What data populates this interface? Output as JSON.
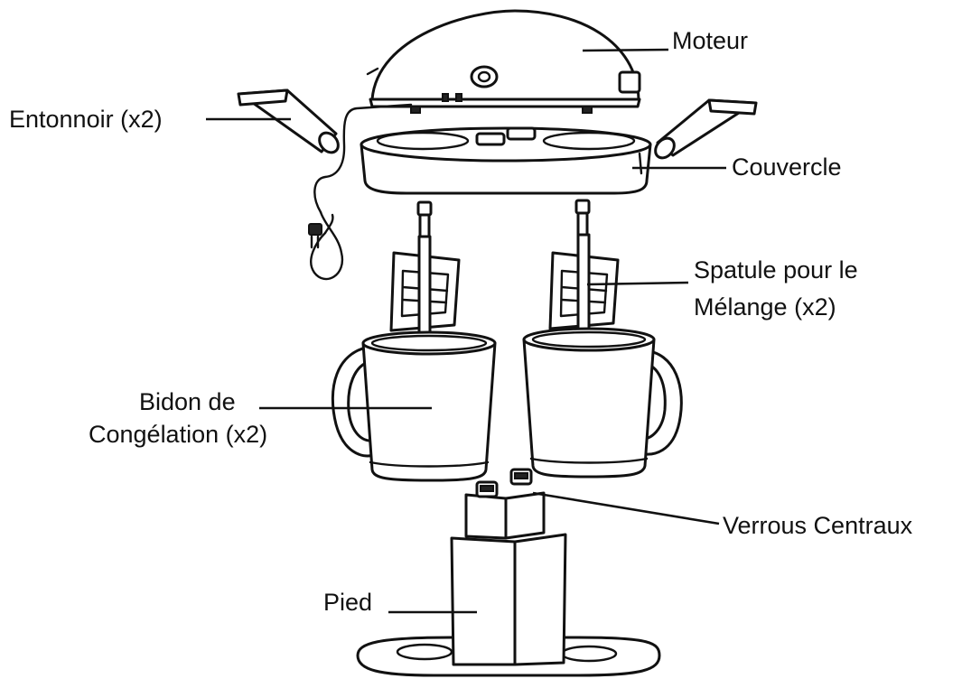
{
  "diagram": {
    "labels": {
      "moteur": "Moteur",
      "entonnoir": "Entonnoir (x2)",
      "couvercle": "Couvercle",
      "spatule_line1": "Spatule pour le",
      "spatule_line2": "Mélange (x2)",
      "bidon_line1": "Bidon de",
      "bidon_line2": "Congélation (x2)",
      "verrous": "Verrous Centraux",
      "pied": "Pied"
    }
  }
}
